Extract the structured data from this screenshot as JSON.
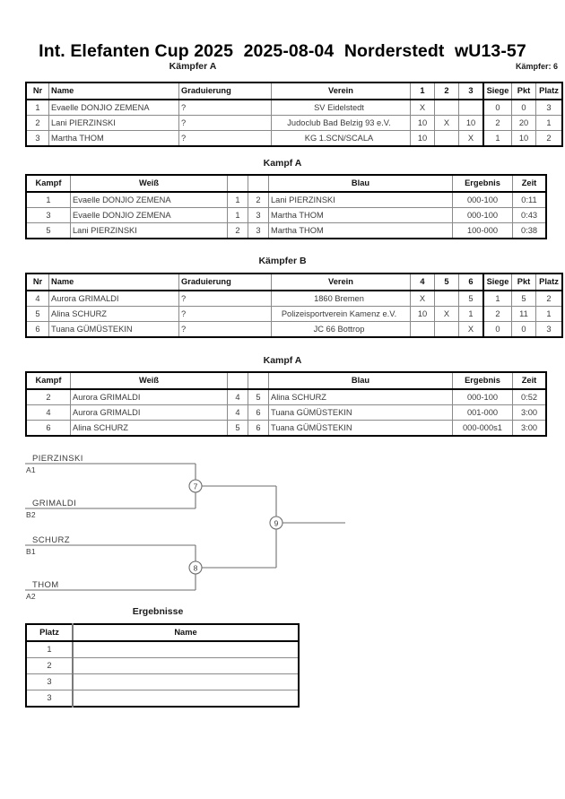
{
  "header": {
    "event": "Int. Elefanten Cup 2025",
    "date": "2025-08-04",
    "place": "Norderstedt",
    "category": "wU13-57",
    "pool_caption": "Kämpfer A",
    "fighter_count": "Kämpfer: 6"
  },
  "pool_a": {
    "caption": "Kämpfer A",
    "columns": [
      "Nr",
      "Name",
      "Graduierung",
      "Verein",
      "1",
      "2",
      "3",
      "Siege",
      "Pkt",
      "Platz"
    ],
    "rows": [
      {
        "nr": "1",
        "name": "Evaelle DONJIO ZEMENA",
        "grad": "?",
        "verein": "SV Eidelstedt",
        "s1": "X",
        "s2": "",
        "s3": "",
        "siege": "0",
        "pkt": "0",
        "platz": "3"
      },
      {
        "nr": "2",
        "name": "Lani PIERZINSKI",
        "grad": "?",
        "verein": "Judoclub Bad Belzig 93 e.V.",
        "s1": "10",
        "s2": "X",
        "s3": "10",
        "siege": "2",
        "pkt": "20",
        "platz": "1"
      },
      {
        "nr": "3",
        "name": "Martha THOM",
        "grad": "?",
        "verein": "KG 1.SCN/SCALA",
        "s1": "10",
        "s2": "",
        "s3": "X",
        "siege": "1",
        "pkt": "10",
        "platz": "2"
      }
    ]
  },
  "kampf_a1": {
    "caption": "Kampf A",
    "columns": [
      "Kampf",
      "Weiß",
      "",
      "",
      "Blau",
      "Ergebnis",
      "Zeit"
    ],
    "rows": [
      {
        "kampf": "1",
        "weiss": "Evaelle DONJIO ZEMENA",
        "weiss_win": false,
        "n1": "1",
        "n2": "2",
        "blau": "Lani PIERZINSKI",
        "blau_win": true,
        "ergebnis": "000-100",
        "zeit": "0:11"
      },
      {
        "kampf": "3",
        "weiss": "Evaelle DONJIO ZEMENA",
        "weiss_win": false,
        "n1": "1",
        "n2": "3",
        "blau": "Martha THOM",
        "blau_win": true,
        "ergebnis": "000-100",
        "zeit": "0:43"
      },
      {
        "kampf": "5",
        "weiss": "Lani PIERZINSKI",
        "weiss_win": true,
        "n1": "2",
        "n2": "3",
        "blau": "Martha THOM",
        "blau_win": false,
        "ergebnis": "100-000",
        "zeit": "0:38"
      }
    ]
  },
  "pool_b": {
    "caption": "Kämpfer B",
    "columns": [
      "Nr",
      "Name",
      "Graduierung",
      "Verein",
      "4",
      "5",
      "6",
      "Siege",
      "Pkt",
      "Platz"
    ],
    "rows": [
      {
        "nr": "4",
        "name": "Aurora GRIMALDI",
        "grad": "?",
        "verein": "1860 Bremen",
        "s1": "X",
        "s2": "",
        "s3": "5",
        "siege": "1",
        "pkt": "5",
        "platz": "2"
      },
      {
        "nr": "5",
        "name": "Alina SCHURZ",
        "grad": "?",
        "verein": "Polizeisportverein Kamenz e.V.",
        "s1": "10",
        "s2": "X",
        "s3": "1",
        "siege": "2",
        "pkt": "11",
        "platz": "1"
      },
      {
        "nr": "6",
        "name": "Tuana GÜMÜSTEKIN",
        "grad": "?",
        "verein": "JC 66 Bottrop",
        "s1": "",
        "s2": "",
        "s3": "X",
        "siege": "0",
        "pkt": "0",
        "platz": "3"
      }
    ]
  },
  "kampf_a2": {
    "caption": "Kampf A",
    "columns": [
      "Kampf",
      "Weiß",
      "",
      "",
      "Blau",
      "Ergebnis",
      "Zeit"
    ],
    "rows": [
      {
        "kampf": "2",
        "weiss": "Aurora GRIMALDI",
        "weiss_win": false,
        "n1": "4",
        "n2": "5",
        "blau": "Alina SCHURZ",
        "blau_win": true,
        "ergebnis": "000-100",
        "zeit": "0:52"
      },
      {
        "kampf": "4",
        "weiss": "Aurora GRIMALDI",
        "weiss_win": true,
        "n1": "4",
        "n2": "6",
        "blau": "Tuana GÜMÜSTEKIN",
        "blau_win": false,
        "ergebnis": "001-000",
        "zeit": "3:00"
      },
      {
        "kampf": "6",
        "weiss": "Alina SCHURZ",
        "weiss_win": true,
        "n1": "5",
        "n2": "6",
        "blau": "Tuana GÜMÜSTEKIN",
        "blau_win": false,
        "ergebnis": "000-000s1",
        "zeit": "3:00"
      }
    ]
  },
  "bracket": {
    "slots": [
      {
        "name": "PIERZINSKI",
        "code": "A1"
      },
      {
        "name": "GRIMALDI",
        "code": "B2"
      },
      {
        "name": "SCHURZ",
        "code": "B1"
      },
      {
        "name": "THOM",
        "code": "A2"
      }
    ],
    "matches": [
      {
        "number": "7"
      },
      {
        "number": "8"
      },
      {
        "number": "9"
      }
    ]
  },
  "results": {
    "caption": "Ergebnisse",
    "columns": [
      "Platz",
      "Name"
    ],
    "rows": [
      {
        "platz": "1",
        "name": ""
      },
      {
        "platz": "2",
        "name": ""
      },
      {
        "platz": "3",
        "name": ""
      },
      {
        "platz": "3",
        "name": ""
      }
    ]
  }
}
